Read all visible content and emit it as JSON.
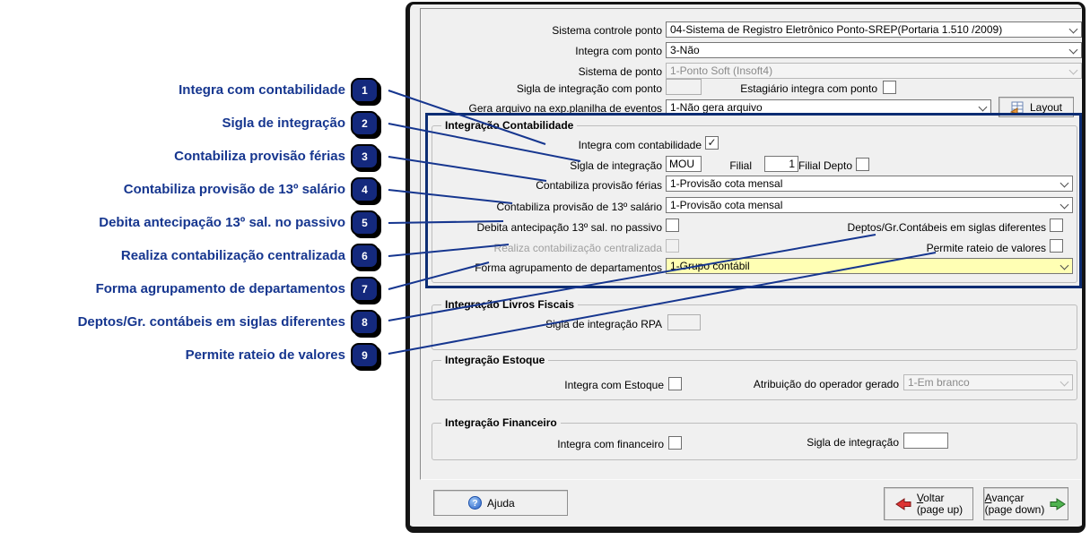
{
  "colors": {
    "callout_blue": "#16368f",
    "badge_fill": "#14297d",
    "highlight_border": "#0c2d73",
    "field_highlight": "#ffffb4",
    "arrow_red": "#dd3333",
    "arrow_green": "#4fb34f",
    "help_icon_blue": "#2a63c9"
  },
  "callouts": [
    {
      "num": "1",
      "label": "Integra com contabilidade"
    },
    {
      "num": "2",
      "label": "Sigla de integração"
    },
    {
      "num": "3",
      "label": "Contabiliza provisão férias"
    },
    {
      "num": "4",
      "label": "Contabiliza provisão de 13º salário"
    },
    {
      "num": "5",
      "label": "Debita antecipação 13º sal. no passivo"
    },
    {
      "num": "6",
      "label": "Realiza contabilização centralizada"
    },
    {
      "num": "7",
      "label": "Forma agrupamento de departamentos"
    },
    {
      "num": "8",
      "label": "Deptos/Gr. contábeis em siglas diferentes"
    },
    {
      "num": "9",
      "label": "Permite rateio de valores"
    }
  ],
  "top": {
    "sistema_controle_ponto": {
      "label": "Sistema controle ponto",
      "value": "04-Sistema de Registro Eletrônico Ponto-SREP(Portaria 1.510 /2009)"
    },
    "integra_com_ponto": {
      "label": "Integra com ponto",
      "value": "3-Não"
    },
    "sistema_de_ponto": {
      "label": "Sistema de ponto",
      "value": "1-Ponto Soft (Insoft4)"
    },
    "sigla_integracao_ponto": {
      "label": "Sigla de integração com ponto",
      "value": ""
    },
    "estagiario": {
      "label": "Estagiário integra com ponto",
      "checked": ""
    },
    "gera_arquivo": {
      "label": "Gera arquivo na exp.planilha de eventos",
      "value": "1-Não gera arquivo"
    },
    "layout_button": {
      "label": "Layout"
    }
  },
  "contabilidade": {
    "legend": "Integração Contabilidade",
    "integra": {
      "label": "Integra com contabilidade",
      "checked": "✓"
    },
    "sigla": {
      "label": "Sigla de integração",
      "value": "MOU"
    },
    "filial": {
      "label": "Filial",
      "value": "1"
    },
    "filial_depto": {
      "label": "Filial Depto",
      "checked": ""
    },
    "provisao_ferias": {
      "label": "Contabiliza provisão férias",
      "value": "1-Provisão cota mensal"
    },
    "provisao_13": {
      "label": "Contabiliza provisão de 13º salário",
      "value": "1-Provisão cota mensal"
    },
    "debita": {
      "label": "Debita antecipação 13º sal. no passivo",
      "checked": ""
    },
    "deptos": {
      "label": "Deptos/Gr.Contábeis em siglas diferentes",
      "checked": ""
    },
    "centralizada": {
      "label": "Realiza contabilização centralizada",
      "checked": ""
    },
    "rateio": {
      "label": "Permite rateio de valores",
      "checked": ""
    },
    "forma_agrupamento": {
      "label": "Forma agrupamento de departamentos",
      "value": "1-Grupo contábil"
    }
  },
  "livros_fiscais": {
    "legend": "Integração Livros Fiscais",
    "sigla_rpa": {
      "label": "Sigla de integração RPA",
      "value": ""
    }
  },
  "estoque": {
    "legend": "Integração Estoque",
    "integra": {
      "label": "Integra com Estoque",
      "checked": ""
    },
    "atribuicao": {
      "label": "Atribuição do operador gerado",
      "value": "1-Em branco"
    }
  },
  "financeiro": {
    "legend": "Integração Financeiro",
    "integra": {
      "label": "Integra com financeiro",
      "checked": ""
    },
    "sigla": {
      "label": "Sigla de integração",
      "value": ""
    }
  },
  "buttons": {
    "ajuda": {
      "pre": "A",
      "mn": "j",
      "rest": "uda"
    },
    "voltar": {
      "mn": "V",
      "rest": "oltar",
      "sub": "(page up)"
    },
    "avancar": {
      "mn": "A",
      "rest": "vançar",
      "sub": "(page down)"
    }
  }
}
